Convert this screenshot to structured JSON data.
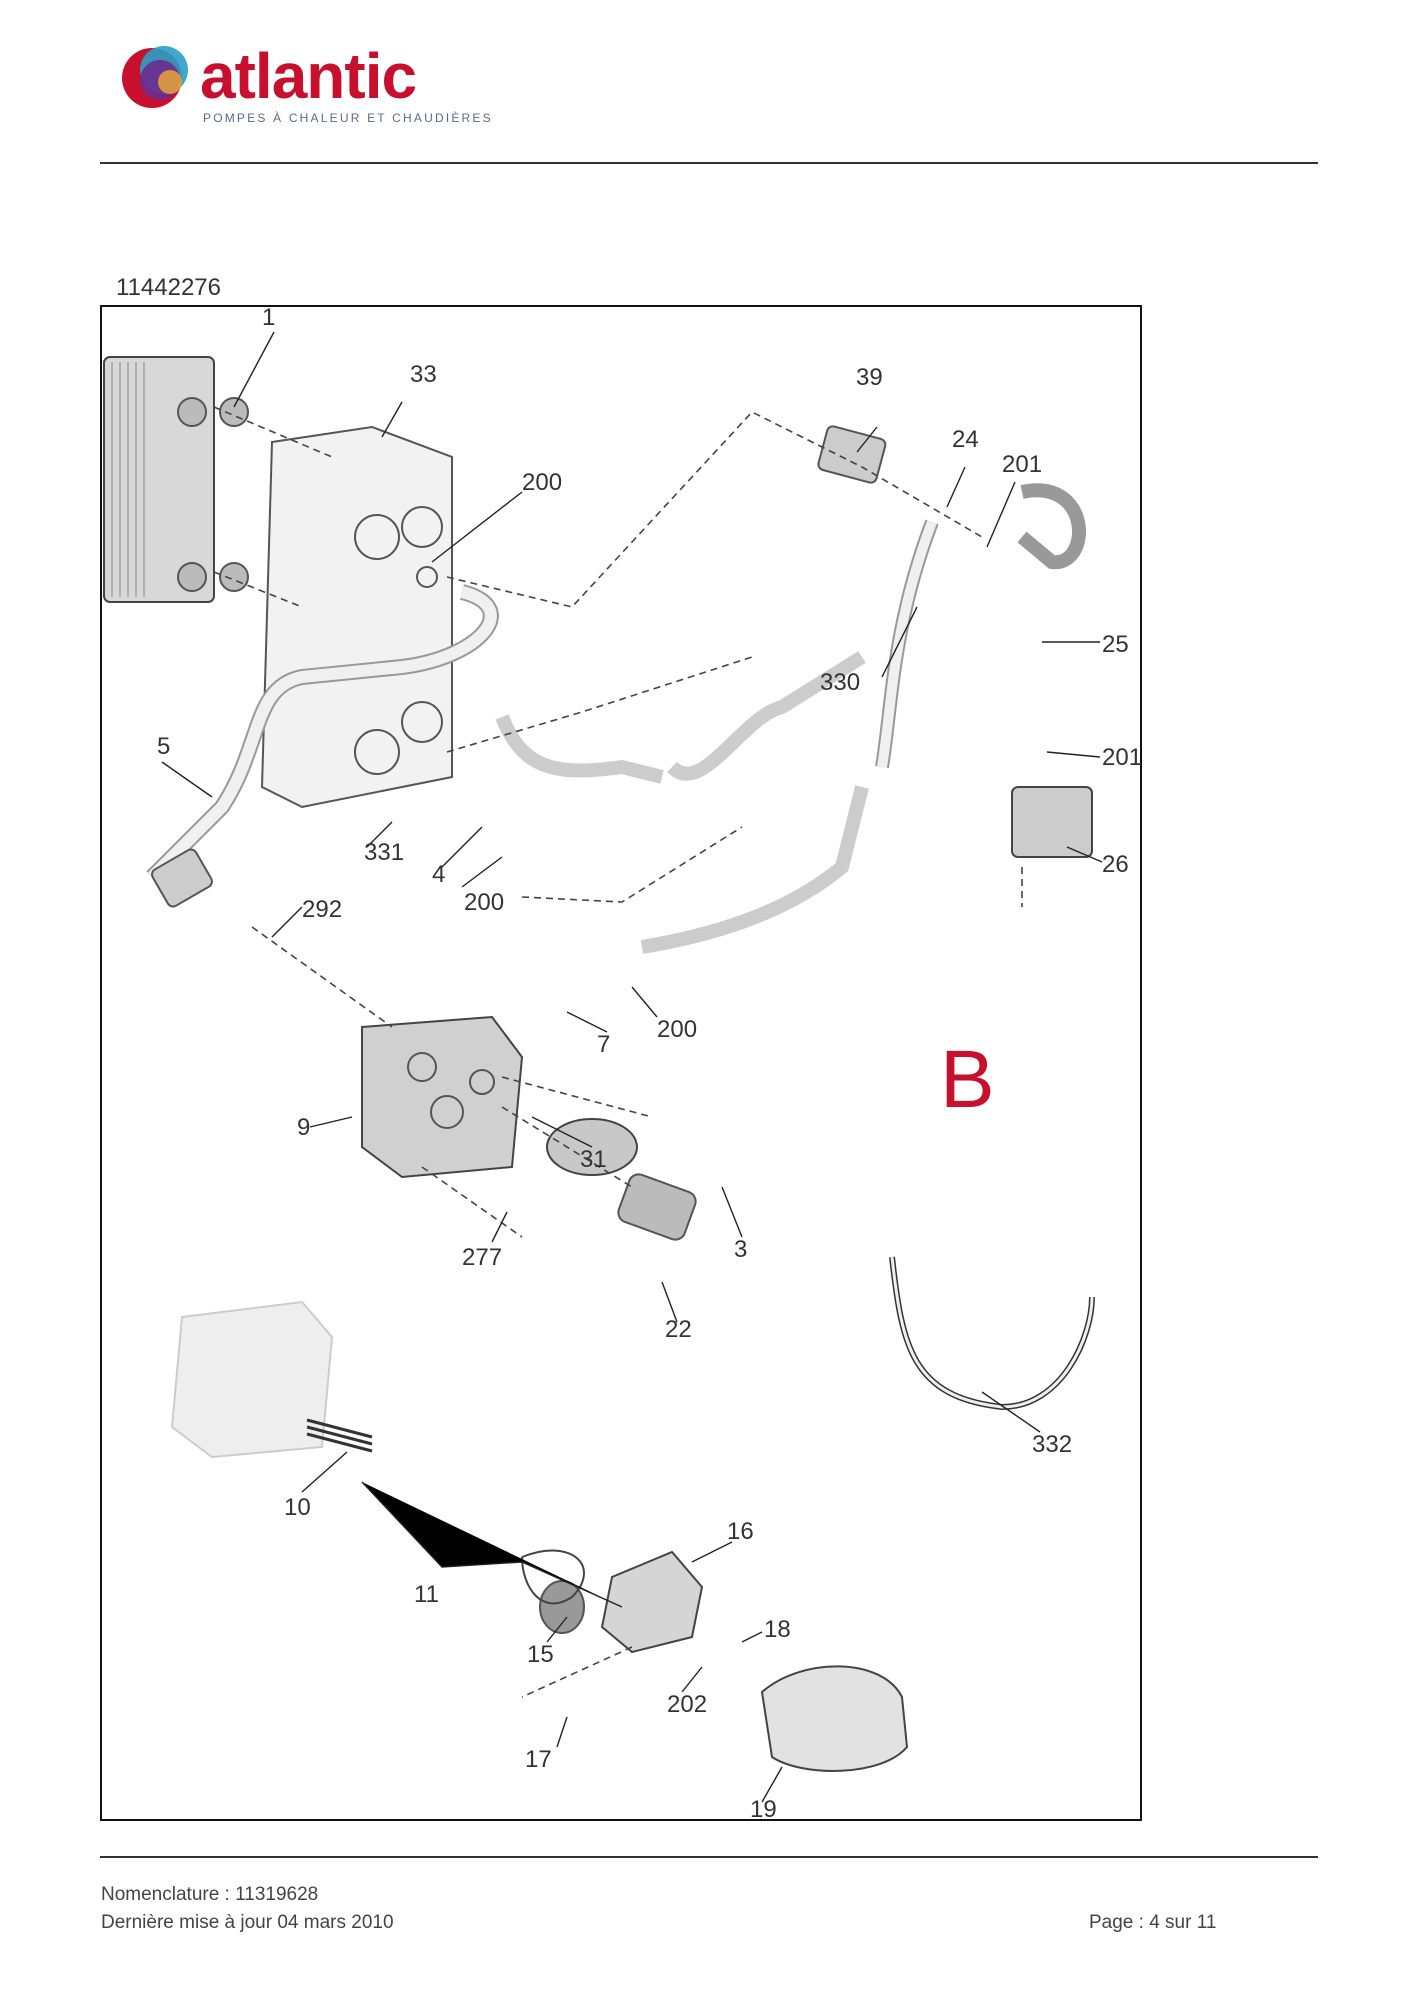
{
  "header": {
    "brand": "atlantic",
    "tagline": "POMPES À CHALEUR ET CHAUDIÈRES"
  },
  "document": {
    "number": "11442276",
    "section": "B"
  },
  "parts": [
    "1",
    "33",
    "39",
    "24",
    "201",
    "200",
    "25",
    "330",
    "5",
    "331",
    "4",
    "201",
    "26",
    "292",
    "200",
    "200",
    "7",
    "9",
    "31",
    "3",
    "277",
    "22",
    "332",
    "10",
    "16",
    "11",
    "18",
    "15",
    "202",
    "17",
    "19"
  ],
  "footer": {
    "nomenclature": "Nomenclature : 11319628",
    "updated": "Dernière mise à jour 04 mars 2010",
    "page": "Page : 4 sur 11"
  }
}
